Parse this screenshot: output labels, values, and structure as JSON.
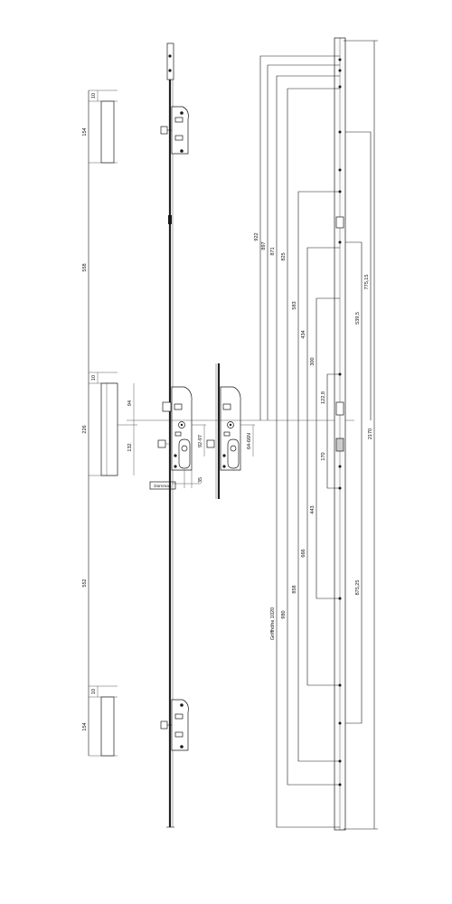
{
  "drawing": {
    "left_dims": {
      "top_keeper_len": "154",
      "top_keeper_gap": "10",
      "span_upper": "558",
      "center_gap": "10",
      "center_keeper_len": "226",
      "center_upper": "94",
      "center_lower": "132",
      "span_lower": "552",
      "bottom_gap": "10",
      "bottom_keeper_len": "154"
    },
    "lock_dims": {
      "backset_1": "92-97",
      "backset_2": "64-66N",
      "dorn_label": "Dornmaß",
      "dorn_value": "35"
    },
    "right_dims": {
      "upper_stack": [
        "922",
        "897",
        "871",
        "825",
        "583",
        "434",
        "300",
        "122,8"
      ],
      "lower_stack": [
        "170",
        "443",
        "666",
        "858",
        "980"
      ],
      "grip_height": "Griffhöhe 1020",
      "total": "2170",
      "right_upper": [
        "775,15",
        "539,5"
      ],
      "right_lower": "875,25"
    }
  }
}
